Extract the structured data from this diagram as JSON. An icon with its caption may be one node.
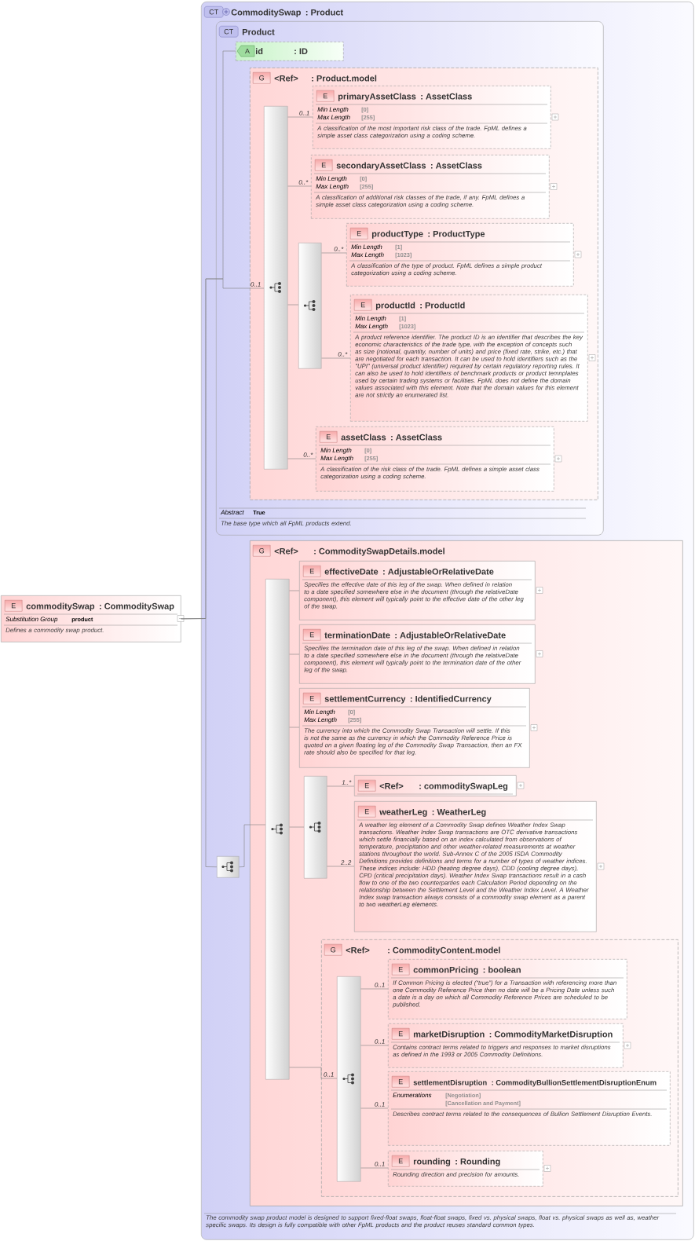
{
  "diagram": {
    "nodes": [
      {
        "text": [
          "E",
          "commoditySwap",
          ": CommoditySwap",
          "Substitution Group",
          "product",
          "Defines a commodity swap product."
        ]
      },
      {
        "text": [
          "CT",
          "CommoditySwap",
          ": Product",
          "The commodity swap product model is designed to support fixed-float swaps, float-float swaps, fixed vs. physical swaps, float vs. physical swaps as well as, weather specific swaps. Its design is fully compatible with other FpML products and the product reuses standard common types."
        ]
      },
      {
        "text": [
          "CT",
          "Product",
          "Abstract",
          "True",
          "The base type which all FpML products extend."
        ],
        "in": 1
      },
      {
        "text": [
          "A",
          "id",
          ": ID"
        ],
        "in": 2
      },
      {
        "text": [
          "G",
          "<Ref>",
          ": Product.model"
        ],
        "in": 2
      },
      {
        "text": [],
        "shape": "bar",
        "in": 4
      },
      {
        "text": [
          "E",
          "primaryAssetClass",
          ": AssetClass",
          "Min Length",
          "[0]",
          "Max Length",
          "[255]",
          "A classification of the most important risk class of the trade. FpML defines a simple asset class categorization using a coding scheme."
        ],
        "in": 4
      },
      {
        "text": [
          "E",
          "secondaryAssetClass",
          ": AssetClass",
          "Min Length",
          "[0]",
          "Max Length",
          "[255]",
          "A classification of additional risk classes of the trade, if any. FpML defines a simple asset class categorization using a coding scheme."
        ],
        "in": 4
      },
      {
        "text": [],
        "shape": "bar",
        "in": 4
      },
      {
        "text": [
          "E",
          "productType",
          ": ProductType",
          "Min Length",
          "[1]",
          "Max Length",
          "[1023]",
          "A classification of the type of product. FpML defines a simple product categorization using a coding scheme."
        ],
        "in": 4
      },
      {
        "text": [
          "E",
          "productId",
          ": ProductId",
          "Min Length",
          "[1]",
          "Max Length",
          "[1023]",
          "A product reference identifier. The product ID is an identifier that describes the key economic characteristics of the trade type, with the exception of concepts such as size (notional, quantity, number of units) and price (fixed rate, strike, etc.) that are negotiated for each transaction. It can be used to hold identifiers such as the \"UPI\" (universal product identifier) required by certain regulatory reporting rules. It can also be used to hold identifiers of benchmark products or product temnplates used by certain trading systems or facilities. FpML does not define the domain values associated with this element. Note that the domain values for this element are not strictly an enumerated list."
        ],
        "in": 4
      },
      {
        "text": [
          "E",
          "assetClass",
          ": AssetClass",
          "Min Length",
          "[0]",
          "Max Length",
          "[255]",
          "A classification of the risk class of the trade. FpML defines a simple asset class categorization using a coding scheme."
        ],
        "in": 4
      },
      {
        "text": [],
        "shape": "bar",
        "in": 1
      },
      {
        "text": [
          "G",
          "<Ref>",
          ": CommoditySwapDetails.model"
        ],
        "in": 1
      },
      {
        "text": [],
        "shape": "bar",
        "in": 13
      },
      {
        "text": [
          "E",
          "effectiveDate",
          ": AdjustableOrRelativeDate",
          "Specifies the effective date of this leg of the swap. When defined in relation to a date specified somewhere else in the document (through the relativeDate component), this element will typically point to the effective date of the other leg of the swap."
        ],
        "in": 13
      },
      {
        "text": [
          "E",
          "terminationDate",
          ": AdjustableOrRelativeDate",
          "Specifies the termination date of this leg of the swap. When defined in relation to a date specified somewhere else in the document (through the relativeDate component), this element will typically point to the termination date of the other leg of the swap."
        ],
        "in": 13
      },
      {
        "text": [
          "E",
          "settlementCurrency",
          ": IdentifiedCurrency",
          "Min Length",
          "[0]",
          "Max Length",
          "[255]",
          "The currency into which the Commodity Swap Transaction will settle. If this is not the same as the currency in which the Commodity Reference Price is quoted on a given floating leg of the Commodity Swap Transaction, then an FX rate should also be specified for that leg."
        ],
        "in": 13
      },
      {
        "text": [],
        "shape": "bar",
        "in": 13
      },
      {
        "text": [
          "E",
          "<Ref>",
          ": commoditySwapLeg"
        ],
        "in": 13
      },
      {
        "text": [
          "E",
          "weatherLeg",
          ": WeatherLeg",
          "A weather leg element of a Commodity Swap defines Weather Index Swap transactions. Weather Index Swap transactions are OTC derivative transactions which settle financially based on an index calculated from observations of temperature, precipitation and other weather-related measurements at weather stations throughout the world. Sub-Annex C of the 2005 ISDA Commodity Definitions provides definitions and terms for a number of types of weather indices. These indices include: HDD (heating degree days), CDD (cooling degree days), CPD (critical precipitation days). Weather Index Swap transactions result in a cash flow to one of the two counterparties each Calculation Period depending on the relationship between the Settlement Level and the Weather Index Level. A Weather Index swap transaction always consists of a commodity swap element as a parent to two weatherLeg elements."
        ],
        "in": 13
      },
      {
        "text": [
          "G",
          "<Ref>",
          ": CommodityContent.model"
        ],
        "in": 13
      },
      {
        "text": [],
        "shape": "bar",
        "in": 21
      },
      {
        "text": [
          "E",
          "commonPricing",
          ": boolean",
          "If Common Pricing is elected (“true”) for a Transaction with referencing more than one Commodity Reference Price then no date will be a Pricing Date unless such a date is a day on which all Commodity Reference Prices are scheduled to be published."
        ],
        "in": 21
      },
      {
        "text": [
          "E",
          "marketDisruption",
          ": CommodityMarketDisruption",
          "Contains contract terms related to triggers and responses to market disruptions as defined in the 1993 or 2005 Commodity Definitions."
        ],
        "in": 21
      },
      {
        "text": [
          "E",
          "settlementDisruption",
          ": CommodityBullionSettlementDisruptionEnum",
          "Enumerations",
          "[Negotiation]",
          "[Cancellation and Payment]",
          "Describes contract terms related to the consequences of Bullion Settlement Disruption Events."
        ],
        "in": 21
      },
      {
        "text": [
          "E",
          "rounding",
          ": Rounding",
          "Rounding direction and precision for amounts."
        ],
        "in": 21
      }
    ],
    "edges": [
      {
        "from": 0,
        "to": 3,
        "arrow": "none"
      },
      {
        "from": 0,
        "to": 5,
        "arrow": "none",
        "label": "0..1"
      },
      {
        "from": 0,
        "to": 12,
        "arrow": "none"
      },
      {
        "from": 5,
        "to": 6,
        "arrow": "none",
        "label": "0..1"
      },
      {
        "from": 5,
        "to": 7,
        "arrow": "none",
        "label": "0..*"
      },
      {
        "from": 5,
        "to": 8,
        "arrow": "none"
      },
      {
        "from": 8,
        "to": 9,
        "arrow": "none",
        "label": "0..*"
      },
      {
        "from": 8,
        "to": 10,
        "arrow": "none",
        "label": "0..*"
      },
      {
        "from": 5,
        "to": 11,
        "arrow": "none",
        "label": "0..*"
      },
      {
        "from": 12,
        "to": 14,
        "arrow": "none"
      },
      {
        "from": 14,
        "to": 15,
        "arrow": "none"
      },
      {
        "from": 14,
        "to": 16,
        "arrow": "none"
      },
      {
        "from": 14,
        "to": 17,
        "arrow": "none"
      },
      {
        "from": 14,
        "to": 18,
        "arrow": "none"
      },
      {
        "from": 18,
        "to": 19,
        "arrow": "none",
        "label": "1..*"
      },
      {
        "from": 18,
        "to": 20,
        "arrow": "none",
        "label": "2..2"
      },
      {
        "from": 14,
        "to": 22,
        "arrow": "none",
        "label": "0..1"
      },
      {
        "from": 22,
        "to": 23,
        "arrow": "none",
        "label": "0..1"
      },
      {
        "from": 22,
        "to": 24,
        "arrow": "none",
        "label": "0..1"
      },
      {
        "from": 22,
        "to": 25,
        "arrow": "none",
        "label": "0..1"
      },
      {
        "from": 22,
        "to": 26,
        "arrow": "none",
        "label": "0..1"
      }
    ]
  }
}
